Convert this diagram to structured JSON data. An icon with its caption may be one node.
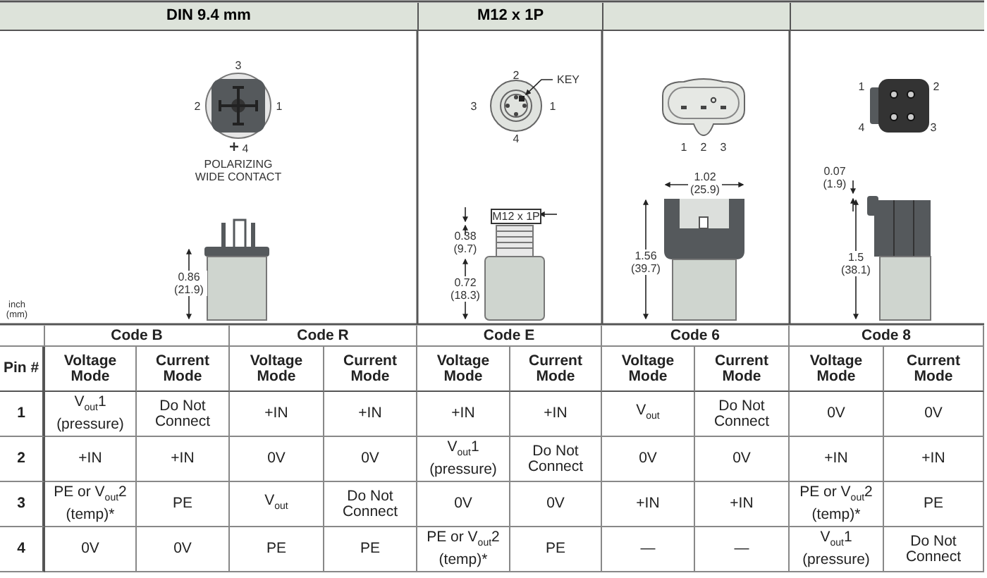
{
  "diagram": {
    "nodes": [
      {
        "text": [
          "KEY"
        ]
      },
      {
        "text": [],
        "shape": "box"
      }
    ],
    "edges": [
      {
        "from": 0,
        "to": 1,
        "arrow": "to"
      }
    ],
    "labels": [
      "DIN 9.4 mm",
      "M12 x 1P",
      "3",
      "2",
      "1",
      "4",
      "POLARIZING WIDE CONTACT",
      "2",
      "3",
      "1",
      "4",
      "1",
      "2",
      "3",
      "1",
      "2",
      "4",
      "3",
      "0.86 (21.9)",
      "inch (mm)",
      "0.38 (9.7)",
      "M12 x 1P",
      "0.72 (18.3)",
      "1.02 (25.9)",
      "1.56 (39.7)",
      "0.07 (1.9)",
      "1.5 (38.1)",
      "Code B",
      "Code R",
      "Code E",
      "Code 6",
      "Code 8",
      "Pin #",
      "Voltage Mode",
      "Current Mode",
      "Voltage Mode",
      "Current Mode",
      "Voltage Mode",
      "Current Mode",
      "Voltage Mode",
      "Current Mode",
      "Voltage Mode",
      "Current Mode",
      "1",
      "V$_{out}$1 (pressure)",
      "Do Not Connect",
      "+IN",
      "+IN",
      "+IN",
      "+IN",
      "V$_{out}$",
      "Do Not Connect",
      "0V",
      "0V",
      "2",
      "+IN",
      "+IN",
      "0V",
      "0V",
      "V$_{out}$1 (pressure)",
      "Do Not Connect",
      "0V",
      "0V",
      "+IN",
      "+IN",
      "3",
      "PE or V$_{out}$2 (temp)*",
      "PE",
      "V$_{out}$",
      "Do Not Connect",
      "0V",
      "0V",
      "+IN",
      "+IN",
      "PE or V$_{out}$2 (temp)*",
      "PE",
      "4",
      "0V",
      "0V",
      "PE",
      "PE",
      "PE or V$_{out}$2 (temp)*",
      "PE",
      "—",
      "—",
      "V$_{out}$1 (pressure)",
      "Do Not Connect"
    ]
  }
}
